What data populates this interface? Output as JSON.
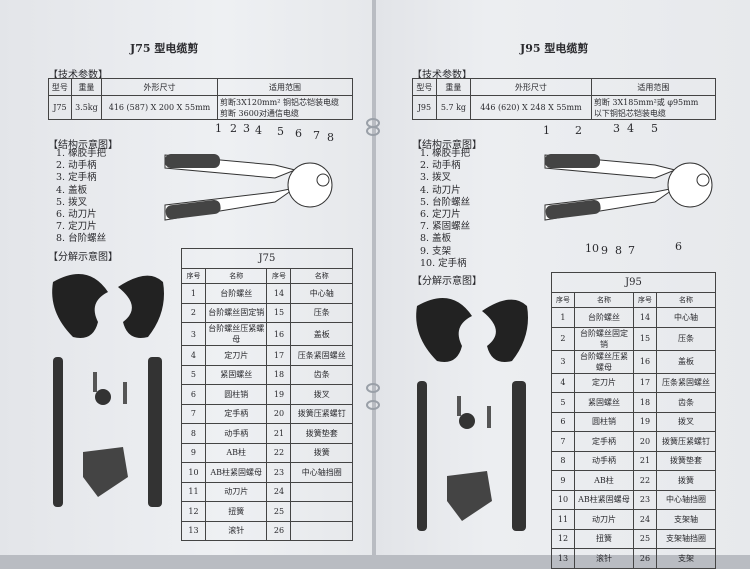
{
  "left": {
    "title": "J75 型电缆剪",
    "spec_label": "【技术参数】",
    "spec_headers": [
      "型号",
      "重量",
      "外形尺寸",
      "适用范围"
    ],
    "spec_row": [
      "J75",
      "3.5kg",
      "416 (587) X 200 X 55mm",
      "剪断3X120mm² 铜铝芯铠装电缆",
      "剪断 3600对通信电缆"
    ],
    "structure_label": "【结构示意图】",
    "structure_items": [
      "1. 橡胶手把",
      "2. 动手柄",
      "3. 定手柄",
      "4. 盖板",
      "5. 拨叉",
      "6. 动刀片",
      "7. 定刀片",
      "8. 台阶螺丝"
    ],
    "callouts": [
      "1",
      "2",
      "3",
      "4",
      "5",
      "6",
      "7",
      "8"
    ],
    "exploded_label": "【分解示意图】",
    "table_title": "J75",
    "table_headers": [
      "序号",
      "名称",
      "序号",
      "名称"
    ],
    "rows": [
      [
        "1",
        "台阶螺丝",
        "14",
        "中心轴"
      ],
      [
        "2",
        "台阶螺丝固定销",
        "15",
        "压条"
      ],
      [
        "3",
        "台阶螺丝压紧螺母",
        "16",
        "盖板"
      ],
      [
        "4",
        "定刀片",
        "17",
        "压条紧固螺丝"
      ],
      [
        "5",
        "紧固螺丝",
        "18",
        "齿条"
      ],
      [
        "6",
        "圆柱销",
        "19",
        "拨叉"
      ],
      [
        "7",
        "定手柄",
        "20",
        "拨簧压紧螺钉"
      ],
      [
        "8",
        "动手柄",
        "21",
        "拨簧垫套"
      ],
      [
        "9",
        "AB柱",
        "22",
        "拨簧"
      ],
      [
        "10",
        "AB柱紧固螺母",
        "23",
        "中心轴挡圈"
      ],
      [
        "11",
        "动刀片",
        "24",
        ""
      ],
      [
        "12",
        "扭簧",
        "25",
        ""
      ],
      [
        "13",
        "滚针",
        "26",
        ""
      ]
    ]
  },
  "right": {
    "title": "J95 型电缆剪",
    "spec_label": "【技术参数】",
    "spec_headers": [
      "型号",
      "重量",
      "外形尺寸",
      "适用范围"
    ],
    "spec_row": [
      "J95",
      "5.7 kg",
      "446 (620) X 248 X 55mm",
      "剪断 3X185mm²或 φ95mm",
      "以下铜铝芯铠装电缆"
    ],
    "structure_label": "【结构示意图】",
    "structure_items": [
      "1. 橡胶手把",
      "2. 动手柄",
      "3. 拨叉",
      "4. 动刀片",
      "5. 台阶螺丝",
      "6. 定刀片",
      "7. 紧固螺丝",
      "8. 盖板",
      "9. 支架",
      "10. 定手柄"
    ],
    "callouts": [
      "1",
      "2",
      "3",
      "4",
      "5",
      "10",
      "9",
      "8",
      "7",
      "6"
    ],
    "exploded_label": "【分解示意图】",
    "table_title": "J95",
    "table_headers": [
      "序号",
      "名称",
      "序号",
      "名称"
    ],
    "rows": [
      [
        "1",
        "台阶螺丝",
        "14",
        "中心轴"
      ],
      [
        "2",
        "台阶螺丝固定销",
        "15",
        "压条"
      ],
      [
        "3",
        "台阶螺丝压紧螺母",
        "16",
        "盖板"
      ],
      [
        "4",
        "定刀片",
        "17",
        "压条紧固螺丝"
      ],
      [
        "5",
        "紧固螺丝",
        "18",
        "齿条"
      ],
      [
        "6",
        "圆柱销",
        "19",
        "拨叉"
      ],
      [
        "7",
        "定手柄",
        "20",
        "拨簧压紧螺钉"
      ],
      [
        "8",
        "动手柄",
        "21",
        "拨簧垫套"
      ],
      [
        "9",
        "AB柱",
        "22",
        "拨簧"
      ],
      [
        "10",
        "AB柱紧固螺母",
        "23",
        "中心轴挡圈"
      ],
      [
        "11",
        "动刀片",
        "24",
        "支架轴"
      ],
      [
        "12",
        "扭簧",
        "25",
        "支架轴挡圈"
      ],
      [
        "13",
        "滚针",
        "26",
        "支架"
      ]
    ]
  }
}
